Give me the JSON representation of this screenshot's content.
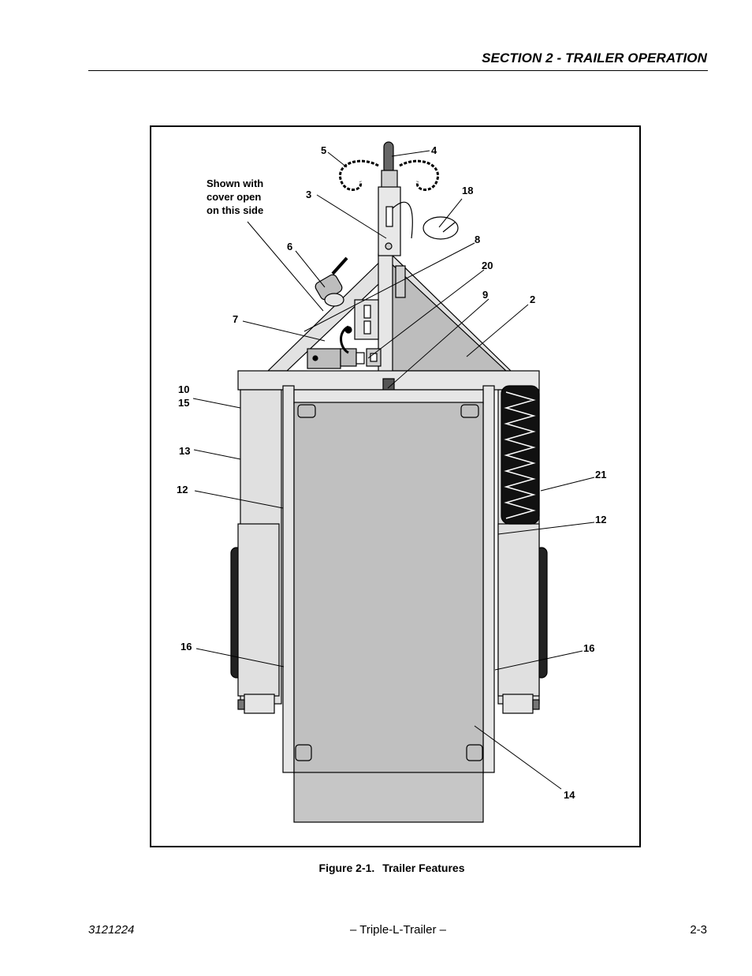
{
  "header": {
    "section_title": "SECTION 2 - TRAILER OPERATION"
  },
  "figure": {
    "note_lines": [
      "Shown with",
      "cover open",
      "on this side"
    ],
    "callouts": {
      "c5": "5",
      "c4": "4",
      "c3": "3",
      "c18": "18",
      "c6": "6",
      "c8": "8",
      "c20": "20",
      "c9": "9",
      "c2": "2",
      "c7": "7",
      "c10": "10",
      "c15": "15",
      "c13": "13",
      "c12a": "12",
      "c21": "21",
      "c12b": "12",
      "c16a": "16",
      "c16b": "16",
      "c14": "14"
    },
    "caption_number": "Figure 2-1.",
    "caption_title": "Trailer Features"
  },
  "footer": {
    "doc_number": "3121224",
    "product": "– Triple-L-Trailer –",
    "page": "2-3"
  }
}
